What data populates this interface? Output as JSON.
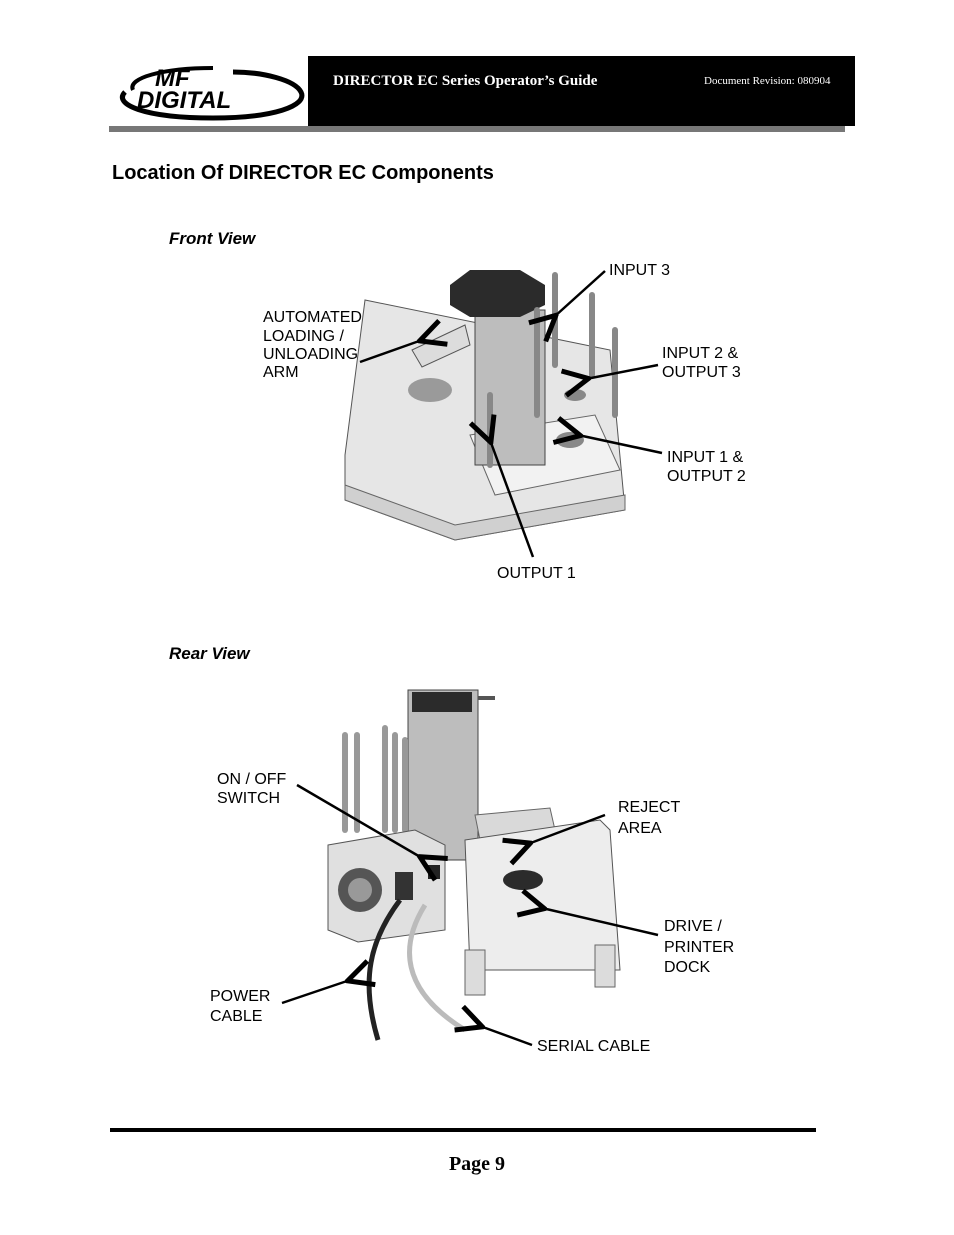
{
  "header": {
    "logo_line1": "MF",
    "logo_line2": "DIGITAL",
    "title": "DIRECTOR EC Series Operator’s Guide",
    "revision": "Document Revision: 080904"
  },
  "section_title": "Location Of DIRECTOR EC Components",
  "front_view": {
    "heading": "Front View",
    "labels": {
      "arm_1": "AUTOMATED",
      "arm_2": "LOADING /",
      "arm_3": "UNLOADING",
      "arm_4": "ARM",
      "input3": "INPUT 3",
      "in2_1": "INPUT 2 &",
      "in2_2": "OUTPUT 3",
      "in1_1": "INPUT 1 &",
      "in1_2": "OUTPUT 2",
      "out1": "OUTPUT 1"
    }
  },
  "rear_view": {
    "heading": "Rear View",
    "labels": {
      "sw_1": "ON / OFF",
      "sw_2": "SWITCH",
      "rej_1": "REJECT",
      "rej_2": "AREA",
      "dock_1": "DRIVE /",
      "dock_2": "PRINTER",
      "dock_3": "DOCK",
      "pwr_1": "POWER",
      "pwr_2": "CABLE",
      "serial": "SERIAL CABLE"
    }
  },
  "footer": {
    "page": "Page 9"
  }
}
